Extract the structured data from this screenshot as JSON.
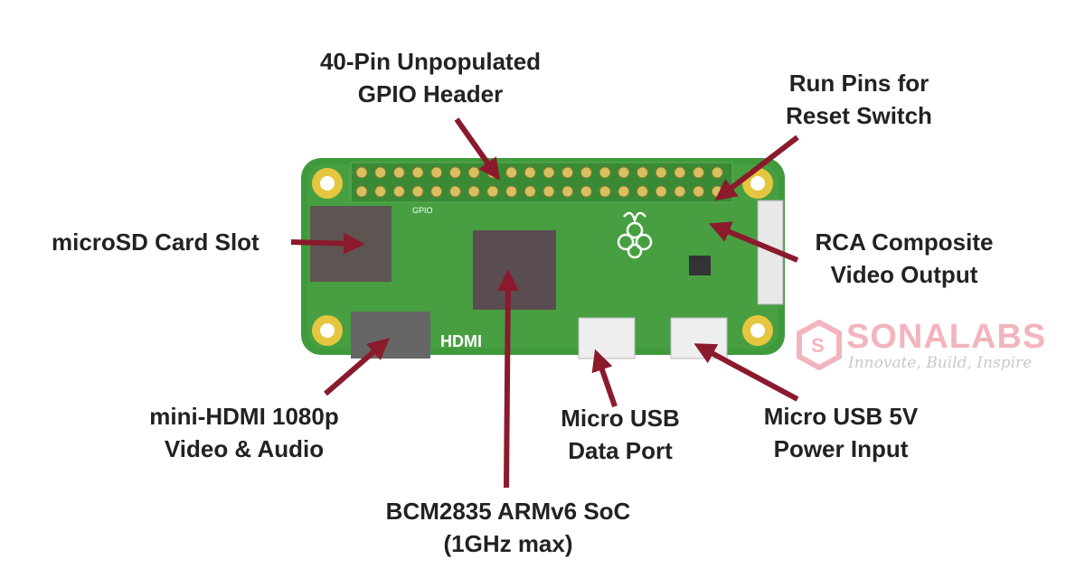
{
  "labels": {
    "gpio": [
      "40-Pin Unpopulated",
      "GPIO Header"
    ],
    "run_pins": [
      "Run Pins for",
      "Reset Switch"
    ],
    "microsd": "microSD Card Slot",
    "rca": [
      "RCA Composite",
      "Video Output"
    ],
    "hdmi": [
      "mini-HDMI 1080p",
      "Video & Audio"
    ],
    "usb_data": [
      "Micro USB",
      "Data Port"
    ],
    "usb_power": [
      "Micro USB 5V",
      "Power Input"
    ],
    "soc": [
      "BCM2835 ARMv6 SoC",
      "(1GHz max)"
    ]
  },
  "board": {
    "silkscreen_hdmi": "HDMI",
    "silkscreen_gpio": "GPIO"
  },
  "watermark": {
    "name": "SONALABS",
    "tagline": "Innovate, Build, Inspire"
  },
  "colors": {
    "board": "#3f9a3c",
    "arrow": "#8a1a2c",
    "pad": "#e6c640",
    "chip": "#5a4d52"
  }
}
